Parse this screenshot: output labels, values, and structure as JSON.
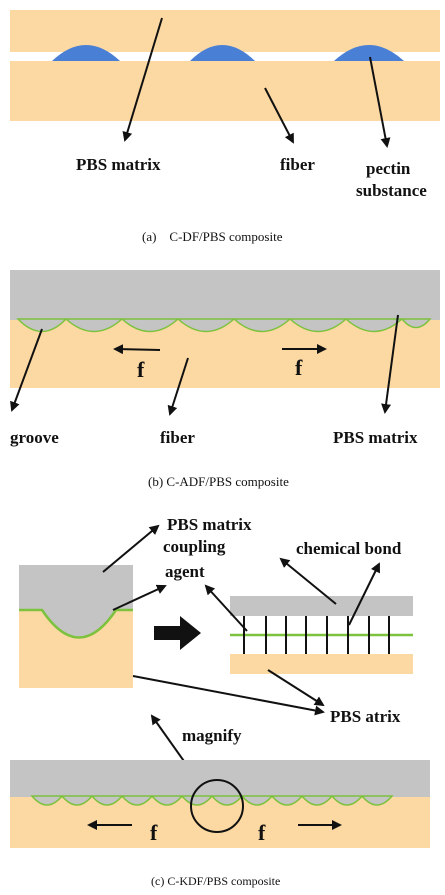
{
  "colors": {
    "fiber": "#fcd9a2",
    "matrix_gray": "#c4c4c4",
    "pectin": "#4a7fd6",
    "coupling": "#7cc23e",
    "arrow": "#111111"
  },
  "panel_a": {
    "labels": {
      "pbs_matrix": "PBS matrix",
      "fiber": "fiber",
      "pectin_1": "pectin",
      "pectin_2": "substance"
    },
    "caption": "(a)    C-DF/PBS composite"
  },
  "panel_b": {
    "labels": {
      "groove": "groove",
      "fiber": "fiber",
      "pbs_matrix": "PBS matrix",
      "force_left": "f",
      "force_right": "f"
    },
    "caption": "(b) C-ADF/PBS composite"
  },
  "panel_c": {
    "labels": {
      "pbs_matrix": "PBS matrix",
      "coupling_1": "coupling",
      "coupling_2": "agent",
      "chemical_bond": "chemical bond",
      "pbs_atrix": "PBS atrix",
      "magnify": "magnify",
      "force_left": "f",
      "force_right": "f"
    },
    "caption": "(c) C-KDF/PBS composite"
  }
}
